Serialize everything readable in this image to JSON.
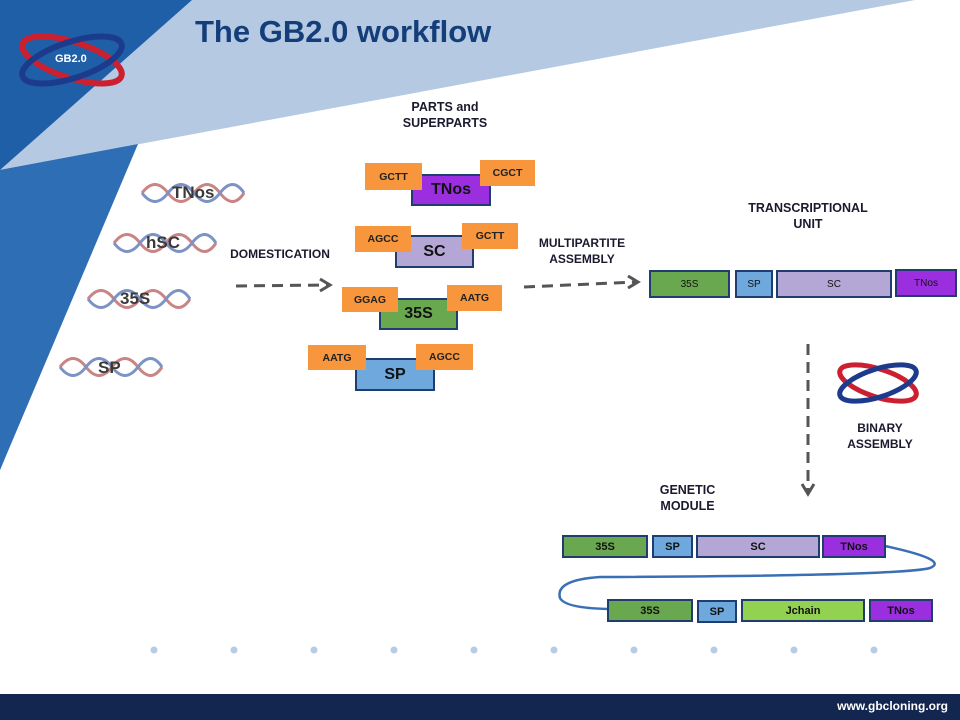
{
  "title": "The GB2.0 workflow",
  "logo_text": "GB2.0",
  "footer_url": "www.gbcloning.org",
  "labels": {
    "parts": "PARTS and\nSUPERPARTS",
    "domestication": "DOMESTICATION",
    "multipartite": "MULTIPARTITE\nASSEMBLY",
    "tu": "TRANSCRIPTIONAL\nUNIT",
    "binary": "BINARY\nASSEMBLY",
    "gm": "GENETIC\nMODULE"
  },
  "dna_parts": [
    "TNos",
    "hSC",
    "35S",
    "SP"
  ],
  "parts": [
    {
      "name": "TNos",
      "left": "GCTT",
      "right": "CGCT",
      "color": "#9b2fe0"
    },
    {
      "name": "SC",
      "left": "AGCC",
      "right": "GCTT",
      "color": "#b4a7d6"
    },
    {
      "name": "35S",
      "left": "GGAG",
      "right": "AATG",
      "color": "#6aa84f"
    },
    {
      "name": "SP",
      "left": "AATG",
      "right": "AGCC",
      "color": "#6fa8dc"
    }
  ],
  "tu_blocks": [
    "35S",
    "SP",
    "SC",
    "TNos"
  ],
  "gm_row1": [
    "35S",
    "SP",
    "SC",
    "TNos"
  ],
  "gm_row2": [
    "35S",
    "SP",
    "Jchain",
    "TNos"
  ],
  "colors": {
    "title": "#143e7a",
    "overhang": "#f7963c",
    "footer": "#13264f",
    "promoter": "#6aa84f",
    "sp": "#6fa8dc",
    "sc": "#b4a7d6",
    "tnos": "#9b2fe0",
    "jchain": "#93d150"
  }
}
